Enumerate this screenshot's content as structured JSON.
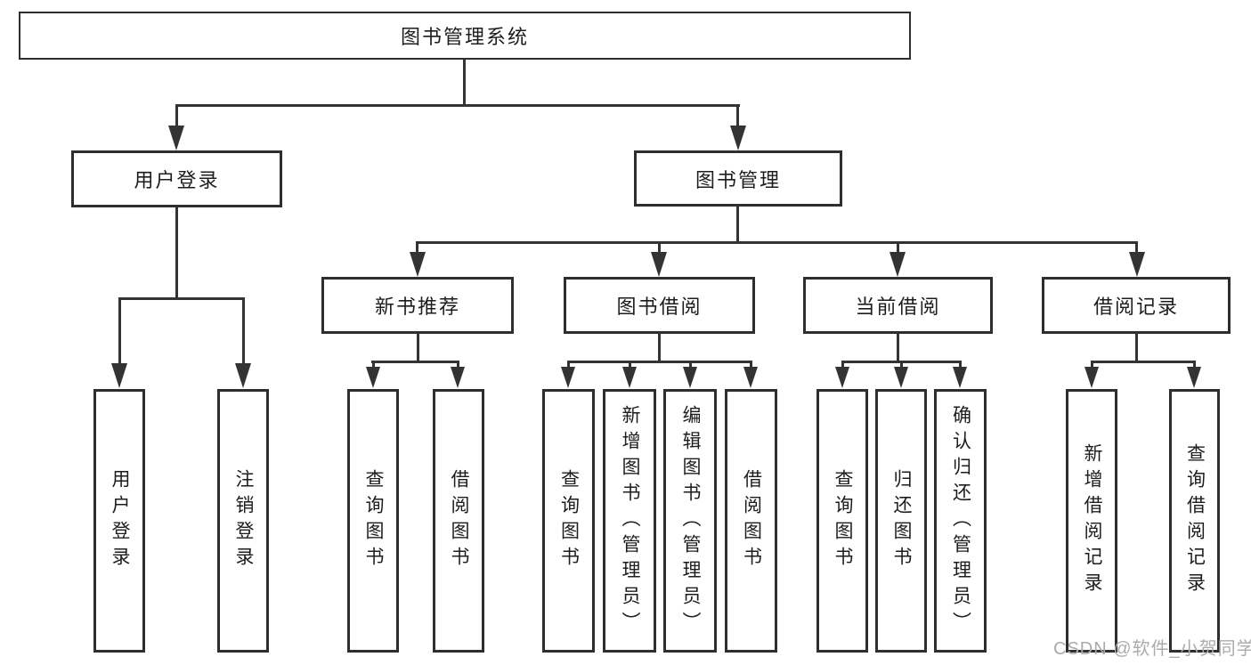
{
  "diagram_title": "图书管理系统",
  "watermark": "CSDN @软件_小贺同学",
  "colors": {
    "line": "#333333",
    "box_border": "#2e2e2e",
    "text": "#1d1d1d",
    "watermark": "#ababab",
    "background": "#ffffff"
  },
  "root": {
    "label": "图书管理系统"
  },
  "level2": [
    {
      "label": "用户登录"
    },
    {
      "label": "图书管理"
    }
  ],
  "level3": [
    {
      "label": "新书推荐",
      "parent": "图书管理"
    },
    {
      "label": "图书借阅",
      "parent": "图书管理"
    },
    {
      "label": "当前借阅",
      "parent": "图书管理"
    },
    {
      "label": "借阅记录",
      "parent": "图书管理"
    }
  ],
  "leaves": [
    {
      "label": "用户登录",
      "parent": "用户登录"
    },
    {
      "label": "注销登录",
      "parent": "用户登录"
    },
    {
      "label": "查询图书",
      "parent": "新书推荐"
    },
    {
      "label": "借阅图书",
      "parent": "新书推荐"
    },
    {
      "label": "查询图书",
      "parent": "图书借阅"
    },
    {
      "label": "新增图书（管理员）",
      "parent": "图书借阅"
    },
    {
      "label": "编辑图书（管理员）",
      "parent": "图书借阅"
    },
    {
      "label": "借阅图书",
      "parent": "图书借阅"
    },
    {
      "label": "查询图书",
      "parent": "当前借阅"
    },
    {
      "label": "归还图书",
      "parent": "当前借阅"
    },
    {
      "label": "确认归还（管理员）",
      "parent": "当前借阅"
    },
    {
      "label": "新增借阅记录",
      "parent": "借阅记录"
    },
    {
      "label": "查询借阅记录",
      "parent": "借阅记录"
    }
  ]
}
